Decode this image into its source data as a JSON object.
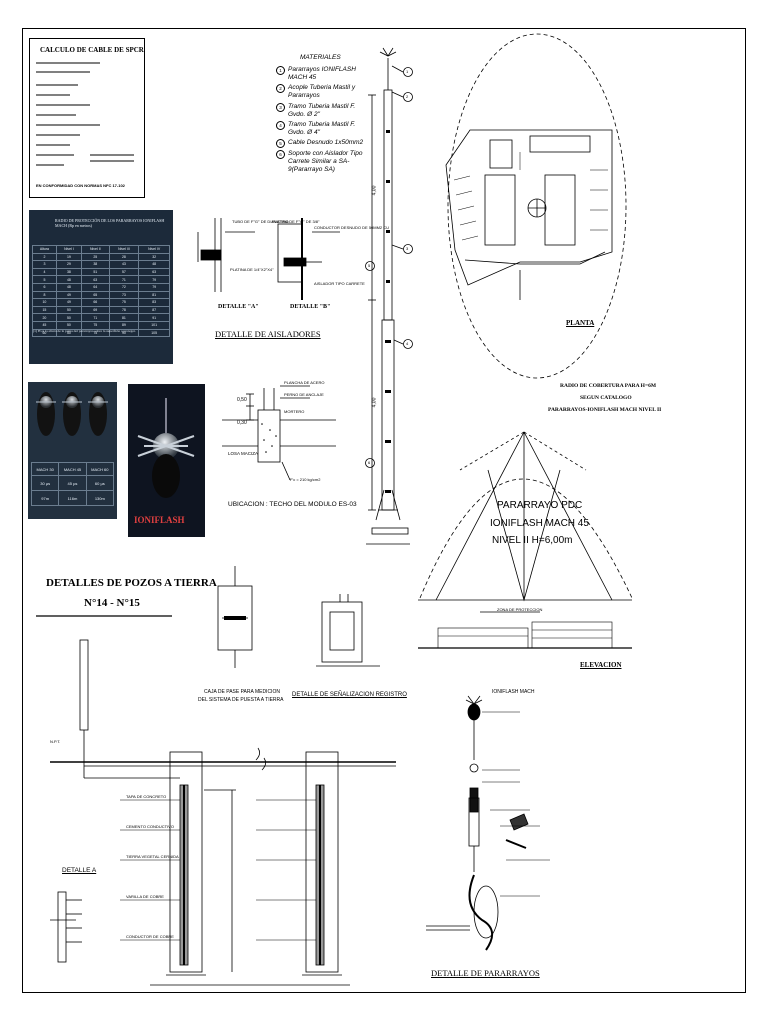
{
  "calc_box": {
    "title": "CALCULO DE CABLE DE SPCR",
    "footer": "EN CONFORMIDAD CON NORMAS NFC 17-102"
  },
  "materials": {
    "heading": "MATERIALES",
    "items": [
      {
        "num": "1",
        "text": "Pararrayos IONIFLASH MACH 45"
      },
      {
        "num": "2",
        "text": "Acople Tuberia Mastil y Pararrayos"
      },
      {
        "num": "3",
        "text": "Tramo Tuberia Mastil F. Gvdo. Ø 2\""
      },
      {
        "num": "4",
        "text": "Tramo Tuberia Mastil F. Gvdo. Ø 4\""
      },
      {
        "num": "5",
        "text": "Cable Desnudo 1x50mm2"
      },
      {
        "num": "6",
        "text": "Soporte con Aislador Tipo Carrete Similar a SA-9(Pararrayo SA)"
      }
    ]
  },
  "mast": {
    "dim_upper": "4,00",
    "dim_lower": "4,00",
    "callouts": [
      "1",
      "2",
      "3",
      "4",
      "5",
      "6"
    ]
  },
  "plan": {
    "label": "PLANTA",
    "radius_note": [
      "RADIO DE COBERTURA PARA H=6M",
      "SEGUN CATALOGO",
      "PARARRAYOS-IONIFLASH MACH NIVEL II"
    ]
  },
  "radius_table": {
    "title": "RADIO DE PROTECCIÓN DE LOS PARARRAYOS IONIFLASH MACH (Rp en metros)",
    "header": [
      "Altura",
      "Nivel I",
      "Nivel II",
      "Nivel III",
      "Nivel IV"
    ],
    "rows": [
      [
        "2",
        "19",
        "25",
        "28",
        "32"
      ],
      [
        "3",
        "29",
        "38",
        "43",
        "48"
      ],
      [
        "4",
        "38",
        "51",
        "57",
        "63"
      ],
      [
        "5",
        "48",
        "63",
        "71",
        "79"
      ],
      [
        "6",
        "48",
        "64",
        "72",
        "79"
      ],
      [
        "8",
        "49",
        "65",
        "73",
        "81"
      ],
      [
        "10",
        "49",
        "66",
        "75",
        "83"
      ],
      [
        "15",
        "50",
        "69",
        "78",
        "87"
      ],
      [
        "20",
        "50",
        "71",
        "81",
        "91"
      ],
      [
        "45",
        "50",
        "75",
        "89",
        "101"
      ],
      [
        "60",
        "50",
        "75",
        "90",
        "105"
      ]
    ],
    "note": "(1) H es la altura de la punta del pararrayos sobre la superficie a proteger."
  },
  "insulators": {
    "title": "DETALLE DE AISLADORES",
    "detail_a": "DETALLE \"A\"",
    "detail_b": "DETALLE \"B\"",
    "notes": [
      "TUBO DE F°G° DE DIAMETRO",
      "PLATINA DE F°G° DE 3/8\"",
      "PLATINA DE 1/4\"X2\"X4\"",
      "CONDUCTOR DESNUDO DE 50MM2 CU",
      "AISLADOR TIPO CARRETE"
    ]
  },
  "photo_table": {
    "header": [
      "MACH 30",
      "MACH 45",
      "MACH 60"
    ],
    "row1": [
      "30 µs",
      "45 µs",
      "60 µs"
    ],
    "row2": [
      "97m",
      "116m",
      "130m"
    ]
  },
  "photo_brand": "IONIFLASH",
  "roof": {
    "title": "UBICACION : TECHO DEL MODULO ES-03",
    "dim1": "0,50",
    "dim2": "0,30",
    "slab": "LOSA MACIZA",
    "labels": [
      "PLANCHA DE ACERO",
      "PERNO DE ANCLAJE",
      "MORTERO",
      "F'c = 210 kg/cm2"
    ]
  },
  "elevation": {
    "line1": "PARARRAYO PDC",
    "line2": "IONIFLASH MACH 45",
    "line3": "NIVEL II H=6,00m",
    "label": "ELEVACION",
    "note": "ZONA DE PROTECCION"
  },
  "wells": {
    "title_line1": "DETALLES DE POZOS A TIERRA",
    "title_line2": "N°14 - N°15",
    "box_label_1": "CAJA DE PASE PARA MEDICION",
    "box_label_2": "DEL SISTEMA DE PUESTA A TIERRA",
    "sign_title": "DETALLE DE SEÑALIZACION REGISTRO",
    "detail_a": "DETALLE A",
    "level": "N.P.T.",
    "notes": [
      "TAPA DE CONCRETO",
      "CEMENTO CONDUCTIVO",
      "TIERRA VEGETAL CERNIDA",
      "VARILLA DE COBRE",
      "CONDUCTOR DE COBRE"
    ]
  },
  "pararrayo_detail": {
    "title": "DETALLE DE PARARRAYOS",
    "top_label": "IONIFLASH MACH"
  }
}
